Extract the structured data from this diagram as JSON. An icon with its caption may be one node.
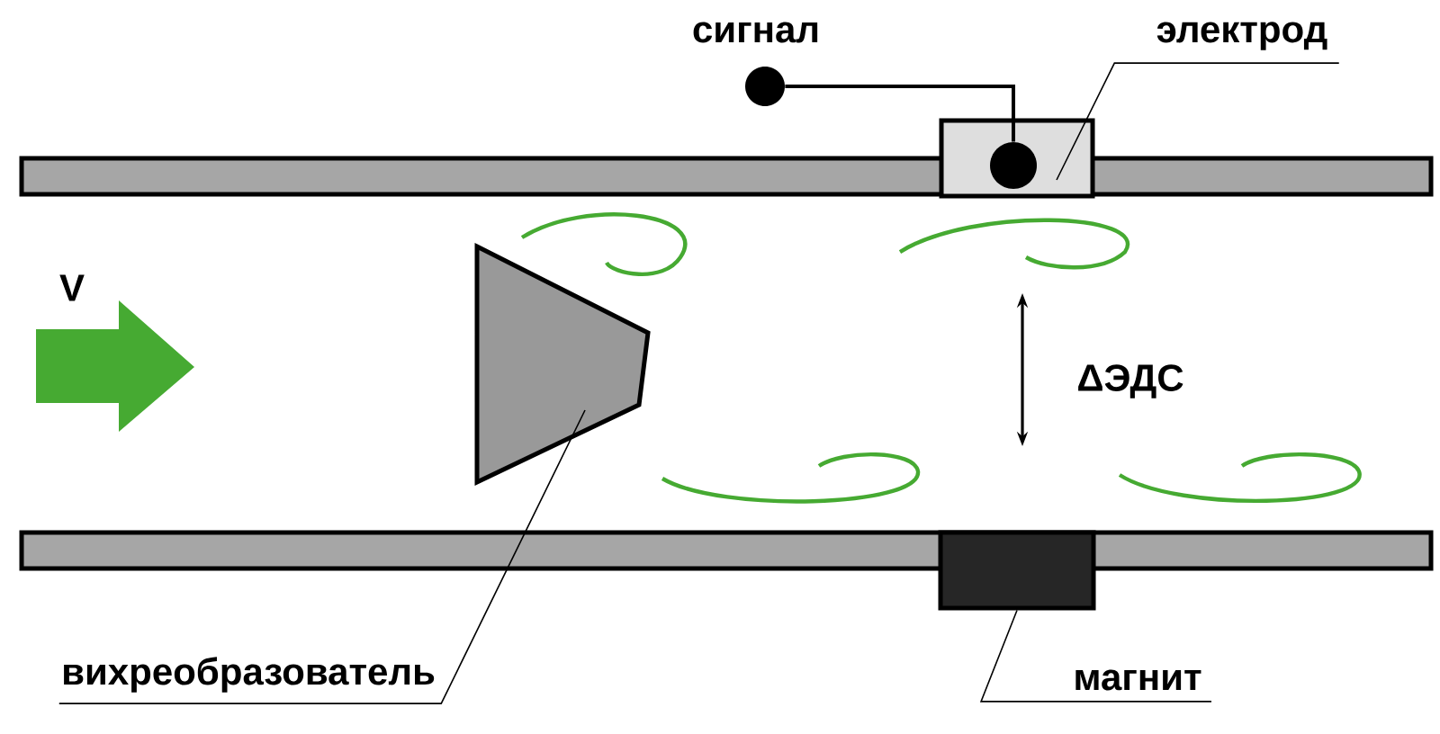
{
  "diagram": {
    "nodes": [
      {
        "text": [],
        "shape": "circle",
        "beside": [
          "сигнал"
        ]
      },
      {
        "text": [],
        "shape": "circle",
        "in": 3
      },
      {
        "text": [
          "электрод"
        ]
      },
      {
        "text": [],
        "shape": "box"
      },
      {
        "text": [
          "вихреобразователь"
        ]
      },
      {
        "text": [],
        "shape": "trapezoid"
      },
      {
        "text": [
          "магнит"
        ]
      },
      {
        "text": [],
        "shape": "box"
      }
    ],
    "edges": [
      {
        "from": 0,
        "to": 1,
        "arrow": "none"
      },
      {
        "from": 2,
        "to": 3,
        "arrow": "none"
      },
      {
        "from": 4,
        "to": 5,
        "arrow": "none"
      },
      {
        "from": 6,
        "to": 7,
        "arrow": "none"
      }
    ],
    "labels": [
      "V",
      "ΔЭДС"
    ]
  }
}
